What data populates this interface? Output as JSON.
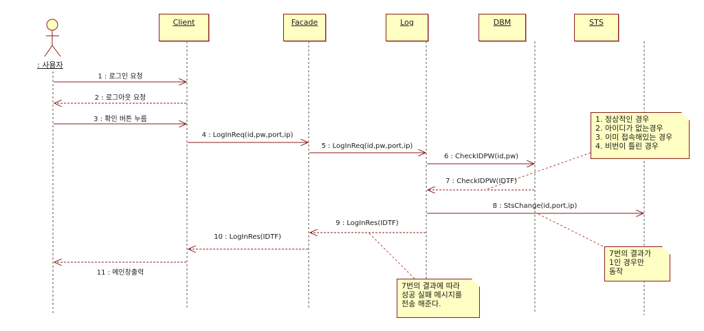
{
  "diagram": {
    "type": "sequence",
    "actor": {
      "label": ": 사용자"
    },
    "lifelines": [
      {
        "id": "client",
        "label": "Client"
      },
      {
        "id": "facade",
        "label": "Facade"
      },
      {
        "id": "log",
        "label": "Log"
      },
      {
        "id": "dbm",
        "label": "DBM"
      },
      {
        "id": "sts",
        "label": "STS"
      }
    ],
    "messages": [
      {
        "label": "1 : 로그인 요청",
        "from": "actor",
        "to": "client",
        "kind": "sync"
      },
      {
        "label": "2 : 로그아웃 요청",
        "from": "client",
        "to": "actor",
        "kind": "return"
      },
      {
        "label": "3 : 확인 버튼 누름",
        "from": "actor",
        "to": "client",
        "kind": "sync"
      },
      {
        "label": "4 : LogInReq(id,pw,port,ip)",
        "from": "client",
        "to": "facade",
        "kind": "sync"
      },
      {
        "label": "5 : LogInReq(id,pw,port,ip)",
        "from": "facade",
        "to": "log",
        "kind": "sync"
      },
      {
        "label": "6 : CheckIDPW(id,pw)",
        "from": "log",
        "to": "dbm",
        "kind": "sync"
      },
      {
        "label": "7 : CheckIDPW(IDTF)",
        "from": "dbm",
        "to": "log",
        "kind": "return"
      },
      {
        "label": "8 : StsChange(id,port,ip)",
        "from": "log",
        "to": "sts",
        "kind": "sync"
      },
      {
        "label": "9 : LogInRes(IDTF)",
        "from": "log",
        "to": "facade",
        "kind": "return"
      },
      {
        "label": "10 : LogInRes(IDTF)",
        "from": "facade",
        "to": "client",
        "kind": "return"
      },
      {
        "label": "11 : 메인창출력",
        "from": "client",
        "to": "actor",
        "kind": "return"
      }
    ],
    "notes": [
      {
        "id": "check-result-note",
        "lines": [
          "1. 정상적인 경우",
          "2. 아이디가 없는경우",
          "3. 이미 접속해있는 경우",
          "4. 비번이 틀린 경우"
        ]
      },
      {
        "id": "sts-condition-note",
        "lines": [
          "7번의 결과가",
          "1인 경우만",
          "동작"
        ]
      },
      {
        "id": "result-message-note",
        "lines": [
          "7번의 결과에 따라",
          "성공 실패 메시지를",
          "전송 해준다."
        ]
      }
    ],
    "colors": {
      "line": "#8b1a1a",
      "box_fill": "#ffffc4",
      "lifeline": "#555555"
    }
  }
}
